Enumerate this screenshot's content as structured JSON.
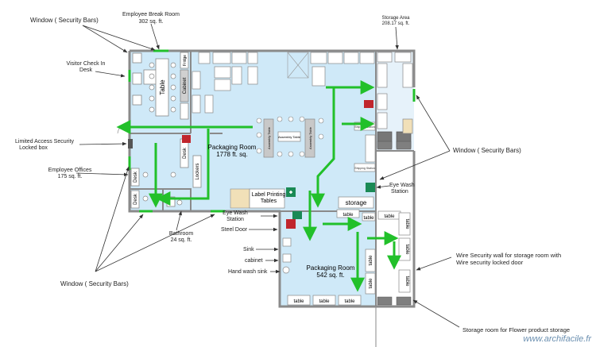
{
  "callouts": {
    "window_top_left": "Window  ( Security Bars)",
    "break_room_name": "Employee Break Room",
    "break_room_size": "302 sq. ft.",
    "visitor_line1": "Visitor Check In",
    "visitor_line2": "Desk",
    "limited_line1": "Limited Access Security",
    "limited_line2": "Locked box",
    "offices_name": "Employee Offices",
    "offices_size": "175 sq. ft.",
    "bathroom_name": "Bathroom",
    "bathroom_size": "24 sq. ft.",
    "window_bottom": "Window  ( Security Bars)",
    "storage_area_name": "Storage Area",
    "storage_area_size": "208.17 sq. ft.",
    "window_right": "Window  ( Security Bars)",
    "eye_wash_right_1": "Eye Wash",
    "eye_wash_right_2": "Station",
    "eye_wash_mid_1": "Eye Wash",
    "eye_wash_mid_2": "Station",
    "steel_door": "Steel Door",
    "sink": "Sink",
    "cabinet": "cabinet",
    "hand_wash_sink": "Hand wash sink",
    "wire_line1": "Wire Security wall for storage room with",
    "wire_line2": "Wire security locked door",
    "storage_room_flower": "Storage room for Flower product storage"
  },
  "rooms": {
    "packaging_main_1": "Packaging Room",
    "packaging_main_2": "1778 ft. sq.",
    "packaging_lower_1": "Packaging Room",
    "packaging_lower_2": "542 sq. ft.",
    "label_printing_1": "Label Printing",
    "label_printing_2": "Tables"
  },
  "furniture": {
    "table": "Table",
    "cabinet": "Cabinet",
    "fridge": "Fridge",
    "desk": "Desk",
    "lockers": "Lockers",
    "storage": "storage",
    "small_table": "table",
    "assembly_table": "Assembly Table",
    "shipping_station": "Shipping Station"
  },
  "watermark": "www.archifacile.fr",
  "colors": {
    "room_fill": "#cfe9f8",
    "wall": "#8a8a8a",
    "arrow": "#22c02a",
    "window": "#22c02a",
    "text": "#222222",
    "exit_red": "#c0262d",
    "eyewash_green": "#1a8a55",
    "callout_line": "#333333"
  }
}
